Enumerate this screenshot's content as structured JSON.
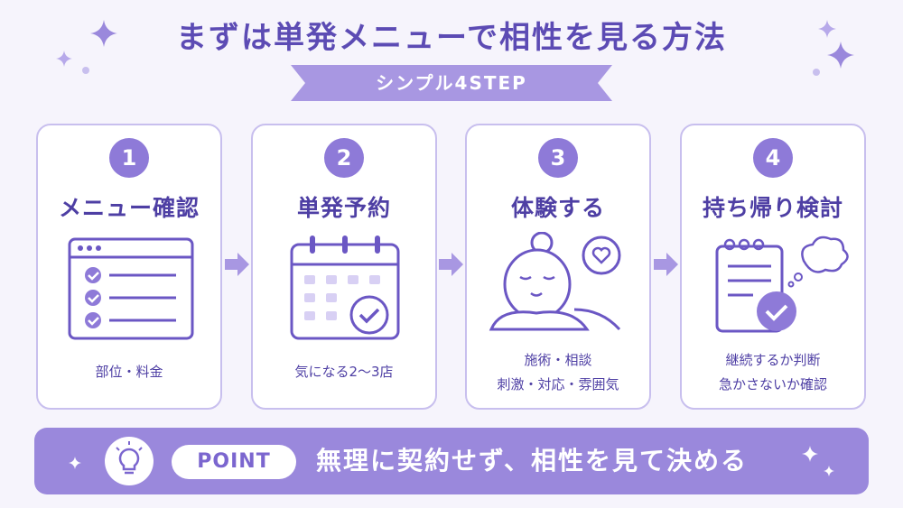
{
  "title": "まずは単発メニューで相性を見る方法",
  "ribbon": "シンプル4STEP",
  "steps": [
    {
      "num": "1",
      "title": "メニュー確認",
      "desc": [
        "部位・料金"
      ]
    },
    {
      "num": "2",
      "title": "単発予約",
      "desc": [
        "気になる2〜3店"
      ]
    },
    {
      "num": "3",
      "title": "体験する",
      "desc": [
        "施術・相談",
        "刺激・対応・雰囲気"
      ]
    },
    {
      "num": "4",
      "title": "持ち帰り検討",
      "desc": [
        "継続するか判断",
        "急かさないか確認"
      ]
    }
  ],
  "point": {
    "label": "POINT",
    "text": "無理に契約せず、相性を見て決める"
  },
  "icons": [
    "checklist-window-icon",
    "calendar-check-icon",
    "relaxing-person-icon",
    "heart-bubble-icon",
    "notepad-check-icon",
    "thought-cloud-icon",
    "lightbulb-icon",
    "sparkle-icon",
    "arrow-right-icon"
  ],
  "colors": {
    "accent": "#8e7ad8",
    "dark": "#4e3fa4",
    "border": "#c8bfee",
    "bar": "#9a88dc",
    "background": "#f6f4fc"
  }
}
